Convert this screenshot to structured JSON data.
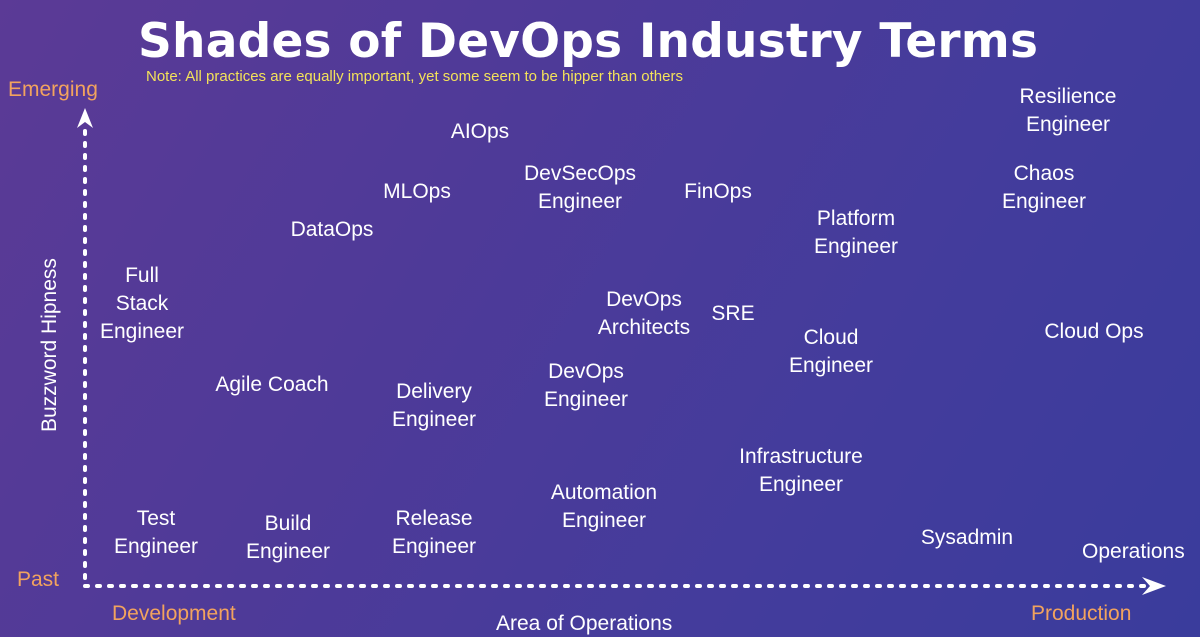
{
  "title": "Shades of DevOps Industry Terms",
  "note": "Note: All practices are equally important, yet some seem to be hipper than others",
  "axes": {
    "y_title": "Buzzword Hipness",
    "y_top": "Emerging",
    "y_bottom": "Past",
    "x_title": "Area of Operations",
    "x_left": "Development",
    "x_right": "Production",
    "x_end": "Operations"
  },
  "terms": [
    {
      "id": "resilience-engineer",
      "lines": [
        "Resilience",
        "Engineer"
      ]
    },
    {
      "id": "aiops",
      "lines": [
        "AIOps"
      ]
    },
    {
      "id": "devsecops-engineer",
      "lines": [
        "DevSecOps",
        "Engineer"
      ]
    },
    {
      "id": "mlops",
      "lines": [
        "MLOps"
      ]
    },
    {
      "id": "finops",
      "lines": [
        "FinOps"
      ]
    },
    {
      "id": "chaos-engineer",
      "lines": [
        "Chaos",
        "Engineer"
      ]
    },
    {
      "id": "platform-engineer",
      "lines": [
        "Platform",
        "Engineer"
      ]
    },
    {
      "id": "dataops",
      "lines": [
        "DataOps"
      ]
    },
    {
      "id": "full-stack-engineer",
      "lines": [
        "Full",
        "Stack",
        "Engineer"
      ]
    },
    {
      "id": "devops-architects",
      "lines": [
        "DevOps",
        "Architects"
      ]
    },
    {
      "id": "sre",
      "lines": [
        "SRE"
      ]
    },
    {
      "id": "cloud-engineer",
      "lines": [
        "Cloud",
        "Engineer"
      ]
    },
    {
      "id": "cloud-ops",
      "lines": [
        "Cloud Ops"
      ]
    },
    {
      "id": "agile-coach",
      "lines": [
        "Agile Coach"
      ]
    },
    {
      "id": "delivery-engineer",
      "lines": [
        "Delivery",
        "Engineer"
      ]
    },
    {
      "id": "devops-engineer",
      "lines": [
        "DevOps",
        "Engineer"
      ]
    },
    {
      "id": "infrastructure-engineer",
      "lines": [
        "Infrastructure",
        "Engineer"
      ]
    },
    {
      "id": "automation-engineer",
      "lines": [
        "Automation",
        "Engineer"
      ]
    },
    {
      "id": "test-engineer",
      "lines": [
        "Test",
        "Engineer"
      ]
    },
    {
      "id": "build-engineer",
      "lines": [
        "Build",
        "Engineer"
      ]
    },
    {
      "id": "release-engineer",
      "lines": [
        "Release",
        "Engineer"
      ]
    },
    {
      "id": "sysadmin",
      "lines": [
        "Sysadmin"
      ]
    }
  ]
}
